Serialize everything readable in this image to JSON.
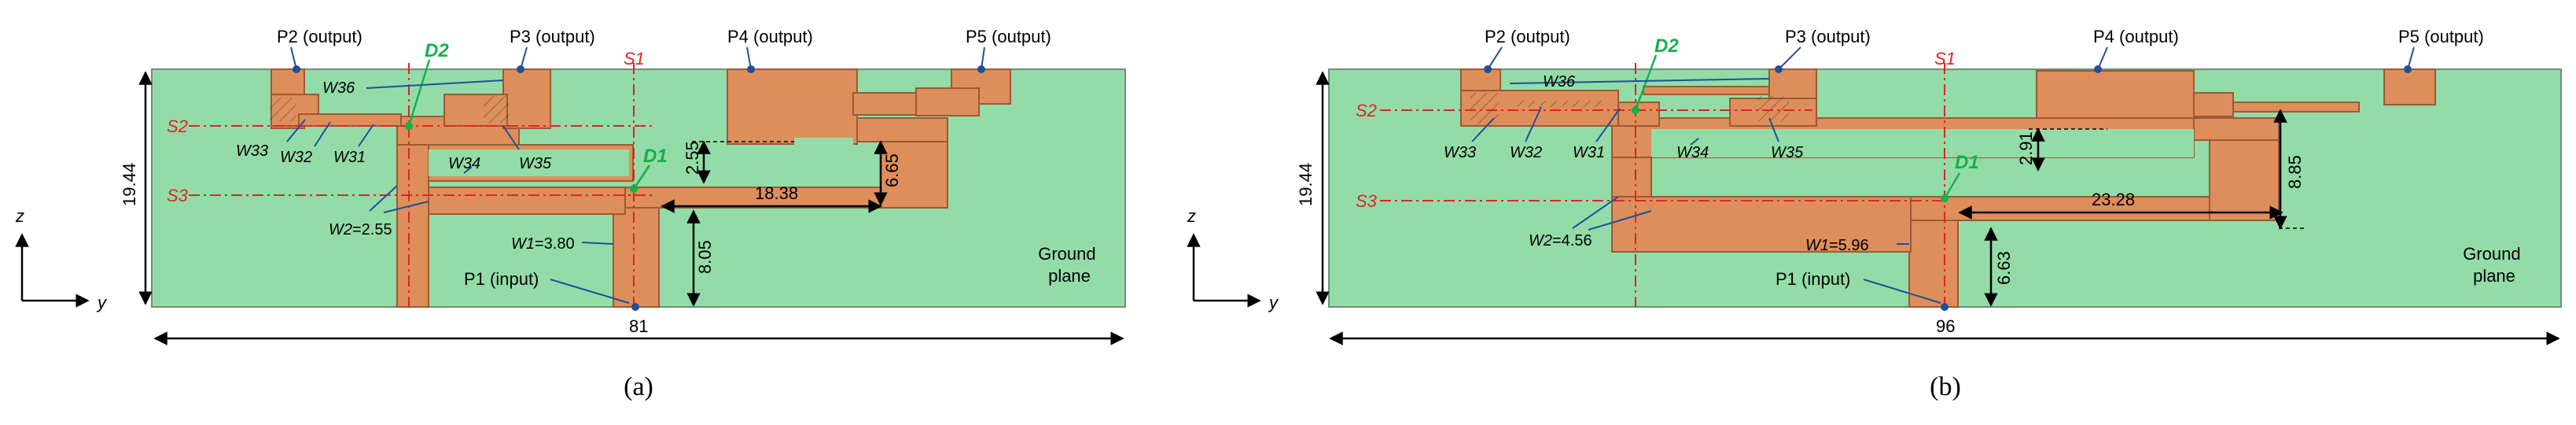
{
  "diagrams": [
    {
      "caption": "(a)",
      "ports": {
        "p1": "P1 (input)",
        "p2": "P2 (output)",
        "p3": "P3 (output)",
        "p4": "P4 (output)",
        "p5": "P5 (output)"
      },
      "diodes": {
        "d1": "D1",
        "d2": "D2"
      },
      "symmetry": {
        "s1": "S1",
        "s2": "S2",
        "s3": "S3"
      },
      "widths": {
        "w1": "W1",
        "w1_val": "=3.80",
        "w2": "W2",
        "w2_val": "=2.55",
        "w31": "W31",
        "w32": "W32",
        "w33": "W33",
        "w34": "W34",
        "w35": "W35",
        "w36": "W36"
      },
      "dims": {
        "height": "19.44",
        "length": "81",
        "d1": "2.55",
        "d2": "6.65",
        "d3": "18.38",
        "d4": "8.05"
      },
      "ground": [
        "Ground",
        "plane"
      ],
      "axes": {
        "z": "z",
        "y": "y"
      }
    },
    {
      "caption": "(b)",
      "ports": {
        "p1": "P1 (input)",
        "p2": "P2 (output)",
        "p3": "P3 (output)",
        "p4": "P4 (output)",
        "p5": "P5 (output)"
      },
      "diodes": {
        "d1": "D1",
        "d2": "D2"
      },
      "symmetry": {
        "s1": "S1",
        "s2": "S2",
        "s3": "S3"
      },
      "widths": {
        "w1": "W1",
        "w1_val": "=5.96",
        "w2": "W2",
        "w2_val": "=4.56",
        "w31": "W31",
        "w32": "W32",
        "w33": "W33",
        "w34": "W34",
        "w35": "W35",
        "w36": "W36"
      },
      "dims": {
        "height": "19.44",
        "length": "96",
        "d1": "2.91",
        "d2": "8.85",
        "d3": "23.28",
        "d4": "6.63"
      },
      "ground": [
        "Ground",
        "plane"
      ],
      "axes": {
        "z": "z",
        "y": "y"
      }
    }
  ],
  "colors": {
    "ground": "#93dca8",
    "copper": "#de8e5a",
    "port": "#1f4f9a",
    "diode": "#12b24a",
    "symmetry": "#e02424"
  }
}
